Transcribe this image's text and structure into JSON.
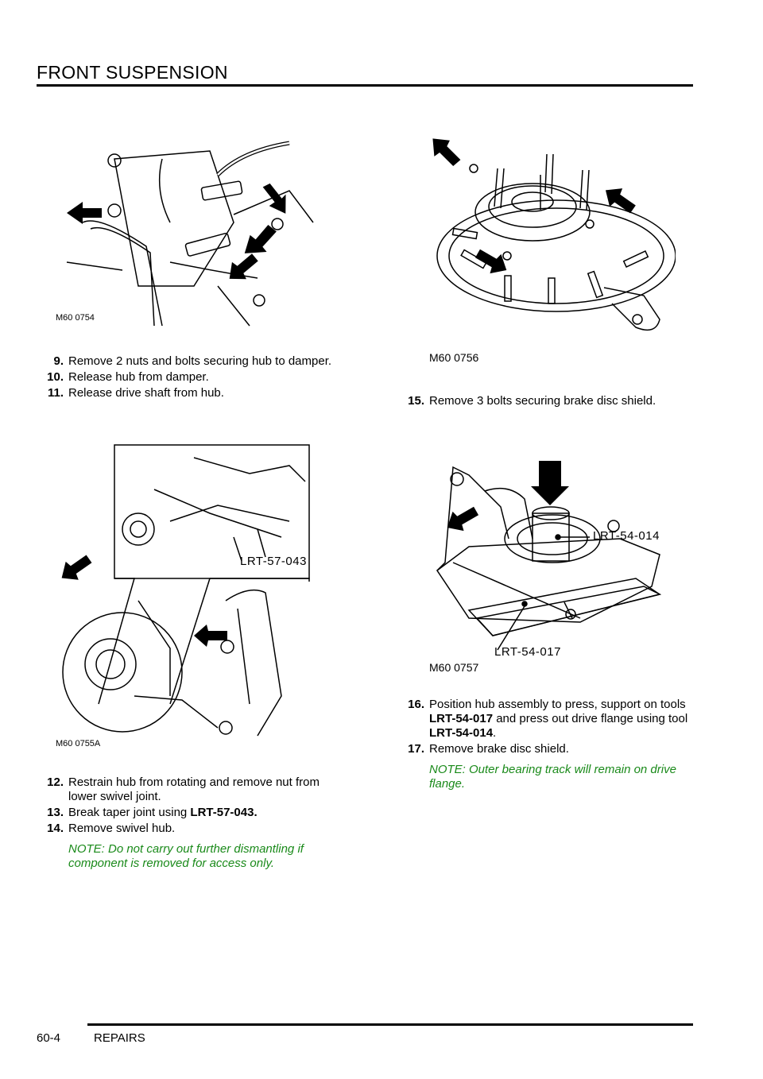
{
  "header": {
    "title": "FRONT SUSPENSION"
  },
  "footer": {
    "page_number": "60-4",
    "section": "REPAIRS"
  },
  "figures": {
    "fig1": {
      "ref": "M60 0754"
    },
    "fig2": {
      "ref": "M60 0755A",
      "tool": "LRT-57-043"
    },
    "fig3": {
      "ref": "M60 0756"
    },
    "fig4": {
      "ref": "M60 0757",
      "tool_top": "LRT-54-014",
      "tool_bottom": "LRT-54-017"
    }
  },
  "steps_a": [
    {
      "num": "9.",
      "text": "Remove 2 nuts and bolts securing hub to damper."
    },
    {
      "num": "10.",
      "text": "Release hub from damper."
    },
    {
      "num": "11.",
      "text": "Release drive shaft from hub."
    }
  ],
  "steps_b": [
    {
      "num": "12.",
      "text": "Restrain hub from rotating and remove nut from lower swivel joint."
    },
    {
      "num": "13.",
      "text_pre": "Break taper joint using ",
      "bold": "LRT-57-043."
    },
    {
      "num": "14.",
      "text": "Remove swivel  hub."
    }
  ],
  "note_b": "NOTE: Do not carry out further dismantling if component is removed for access only.",
  "steps_c": [
    {
      "num": "15.",
      "text": "Remove 3 bolts securing brake disc shield."
    }
  ],
  "steps_d": {
    "s16": {
      "num": "16.",
      "t1": "Position hub assembly to press, support on tools ",
      "b1": "LRT-54-017",
      "t2": " and press out drive flange using tool ",
      "b2": "LRT-54-014",
      "t3": "."
    },
    "s17": {
      "num": "17.",
      "text": "Remove brake disc shield."
    }
  },
  "note_d": "NOTE: Outer bearing track will remain on drive flange."
}
